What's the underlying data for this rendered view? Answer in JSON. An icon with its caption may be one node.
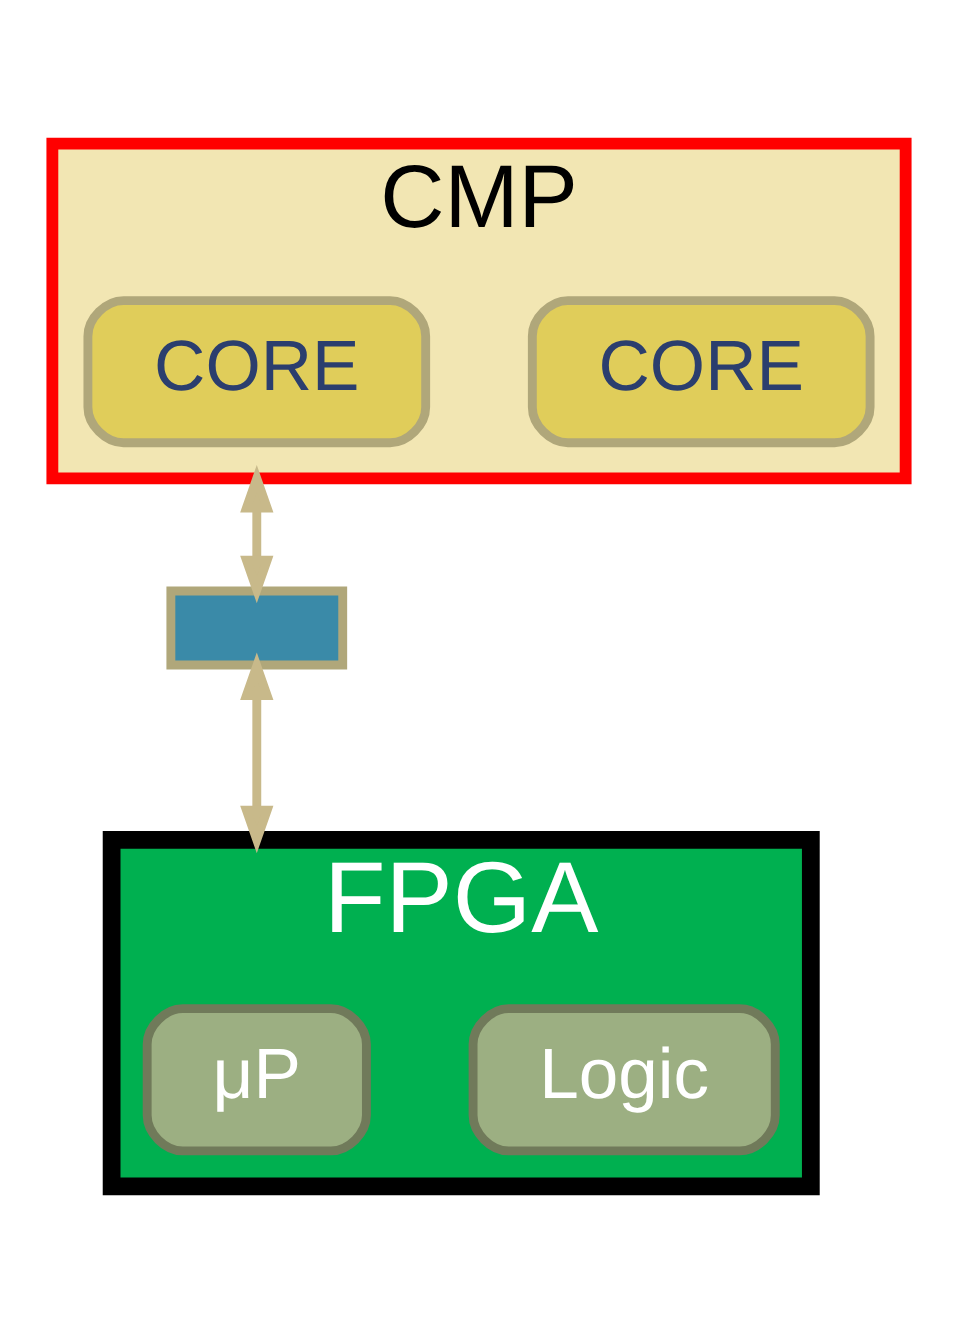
{
  "diagram": {
    "nodes": [
      {
        "text": [
          "CMP"
        ]
      },
      {
        "text": [
          "CORE"
        ],
        "in": 0
      },
      {
        "text": [
          "CORE"
        ],
        "in": 0
      },
      {
        "text": [],
        "shape": "box"
      },
      {
        "text": [
          "FPGA"
        ]
      },
      {
        "text": [
          "μP"
        ],
        "in": 4
      },
      {
        "text": [
          "Logic"
        ],
        "in": 4
      }
    ],
    "edges": [
      {
        "from": 0,
        "to": 3,
        "arrow": "both"
      },
      {
        "from": 3,
        "to": 4,
        "arrow": "both"
      }
    ]
  }
}
